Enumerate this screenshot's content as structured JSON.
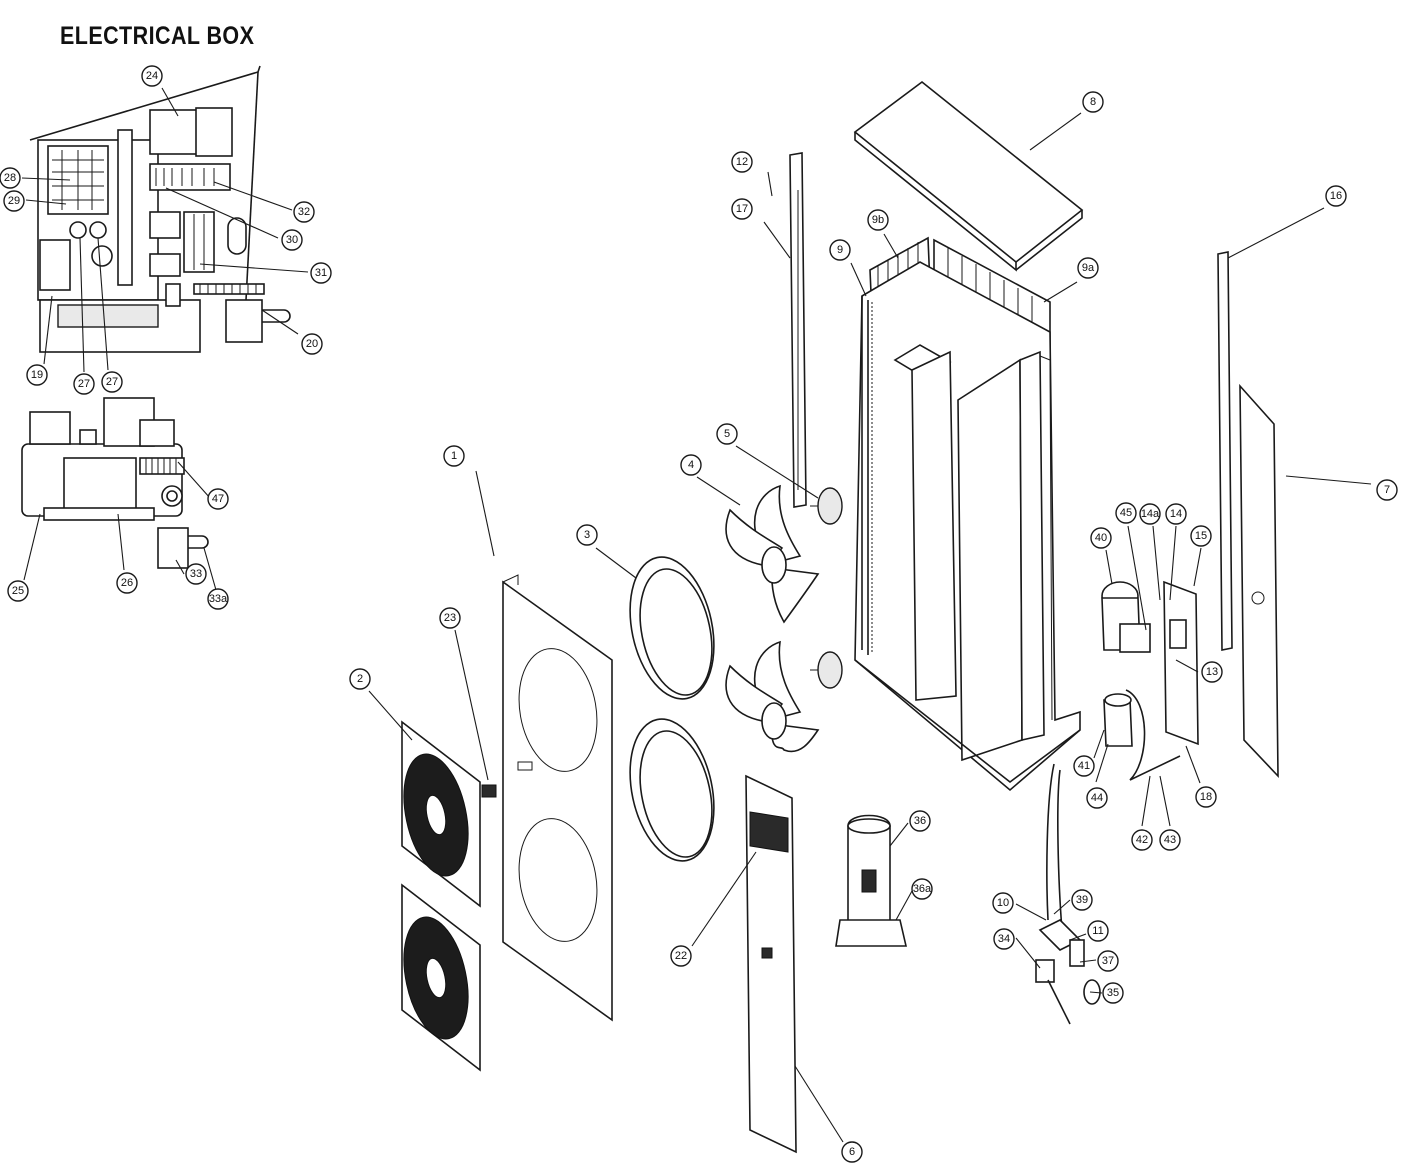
{
  "title": "ELECTRICAL BOX",
  "callouts": [
    {
      "id": "c1",
      "label": "1"
    },
    {
      "id": "c2",
      "label": "2"
    },
    {
      "id": "c3",
      "label": "3"
    },
    {
      "id": "c4",
      "label": "4"
    },
    {
      "id": "c5",
      "label": "5"
    },
    {
      "id": "c6",
      "label": "6"
    },
    {
      "id": "c7",
      "label": "7"
    },
    {
      "id": "c8",
      "label": "8"
    },
    {
      "id": "c9",
      "label": "9"
    },
    {
      "id": "c9a",
      "label": "9a"
    },
    {
      "id": "c9b",
      "label": "9b"
    },
    {
      "id": "c10",
      "label": "10"
    },
    {
      "id": "c11",
      "label": "11"
    },
    {
      "id": "c12",
      "label": "12"
    },
    {
      "id": "c13",
      "label": "13"
    },
    {
      "id": "c14",
      "label": "14"
    },
    {
      "id": "c14a",
      "label": "14a"
    },
    {
      "id": "c15",
      "label": "15"
    },
    {
      "id": "c16",
      "label": "16"
    },
    {
      "id": "c17",
      "label": "17"
    },
    {
      "id": "c18",
      "label": "18"
    },
    {
      "id": "c19",
      "label": "19"
    },
    {
      "id": "c20",
      "label": "20"
    },
    {
      "id": "c22",
      "label": "22"
    },
    {
      "id": "c23",
      "label": "23"
    },
    {
      "id": "c24",
      "label": "24"
    },
    {
      "id": "c25",
      "label": "25"
    },
    {
      "id": "c26",
      "label": "26"
    },
    {
      "id": "c27a",
      "label": "27"
    },
    {
      "id": "c27b",
      "label": "27"
    },
    {
      "id": "c28",
      "label": "28"
    },
    {
      "id": "c29",
      "label": "29"
    },
    {
      "id": "c30",
      "label": "30"
    },
    {
      "id": "c31",
      "label": "31"
    },
    {
      "id": "c32",
      "label": "32"
    },
    {
      "id": "c33",
      "label": "33"
    },
    {
      "id": "c33a",
      "label": "33a"
    },
    {
      "id": "c34",
      "label": "34"
    },
    {
      "id": "c35",
      "label": "35"
    },
    {
      "id": "c36",
      "label": "36"
    },
    {
      "id": "c36a",
      "label": "36a"
    },
    {
      "id": "c37",
      "label": "37"
    },
    {
      "id": "c39",
      "label": "39"
    },
    {
      "id": "c40",
      "label": "40"
    },
    {
      "id": "c41",
      "label": "41"
    },
    {
      "id": "c42",
      "label": "42"
    },
    {
      "id": "c43",
      "label": "43"
    },
    {
      "id": "c44",
      "label": "44"
    },
    {
      "id": "c45",
      "label": "45"
    },
    {
      "id": "c47",
      "label": "47"
    }
  ]
}
